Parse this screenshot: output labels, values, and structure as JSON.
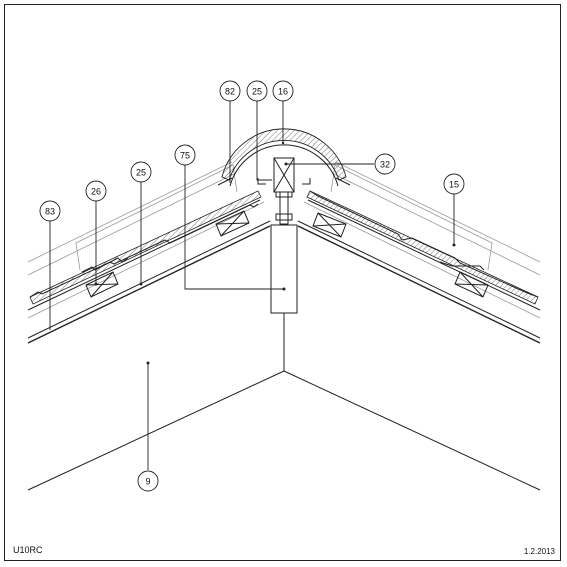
{
  "drawing": {
    "code": "U10RC",
    "date": "1.2.2013"
  },
  "callouts": [
    {
      "id": "c82",
      "label": "82"
    },
    {
      "id": "c25a",
      "label": "25"
    },
    {
      "id": "c16",
      "label": "16"
    },
    {
      "id": "c75",
      "label": "75"
    },
    {
      "id": "c32",
      "label": "32"
    },
    {
      "id": "c25b",
      "label": "25"
    },
    {
      "id": "c26",
      "label": "26"
    },
    {
      "id": "c15",
      "label": "15"
    },
    {
      "id": "c83",
      "label": "83"
    },
    {
      "id": "c9",
      "label": "9"
    }
  ],
  "colors": {
    "line": "#222222",
    "hatch": "#555555",
    "background": "#ffffff"
  }
}
